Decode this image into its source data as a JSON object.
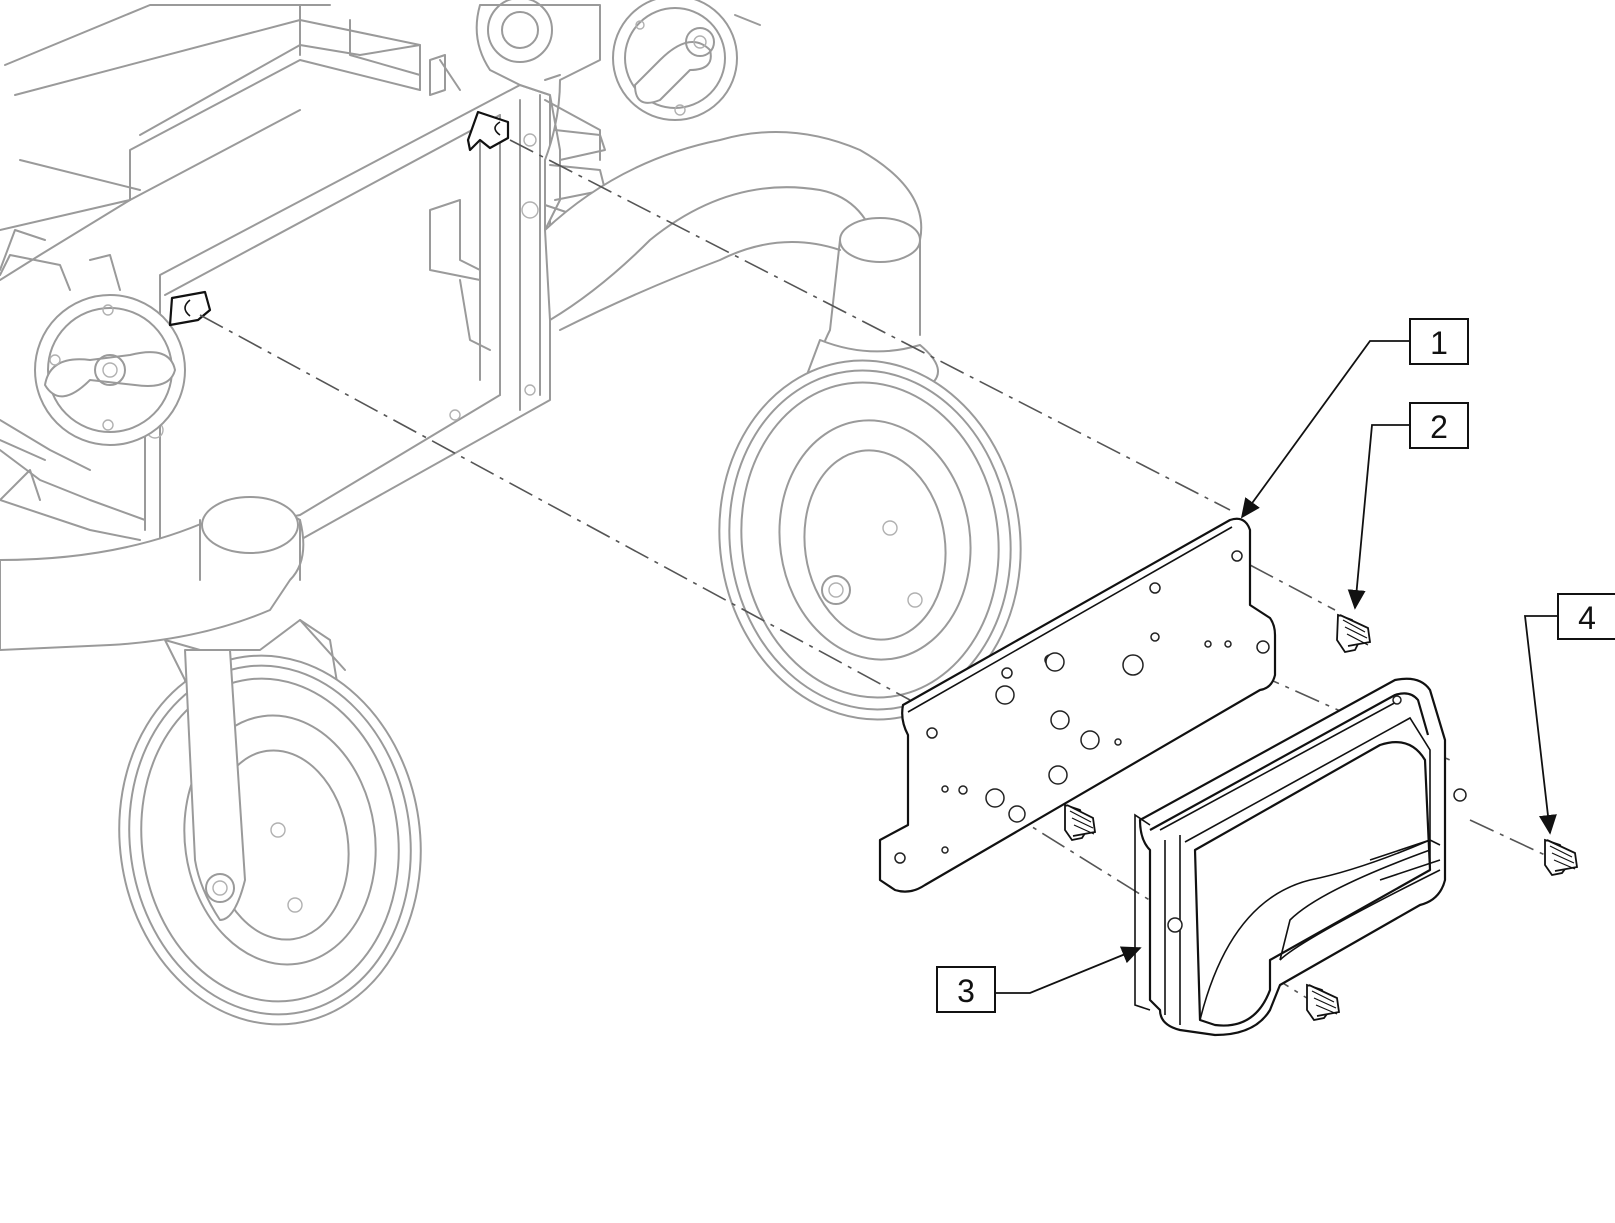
{
  "callouts": [
    {
      "label": "1",
      "part": "mounting-plate"
    },
    {
      "label": "2",
      "part": "plate-screw"
    },
    {
      "label": "3",
      "part": "controller-module"
    },
    {
      "label": "4",
      "part": "controller-screw"
    }
  ],
  "colors": {
    "ghost_stroke": "#9a9a9a",
    "part_stroke": "#111111",
    "axis_stroke": "#555555",
    "background": "#ffffff"
  }
}
